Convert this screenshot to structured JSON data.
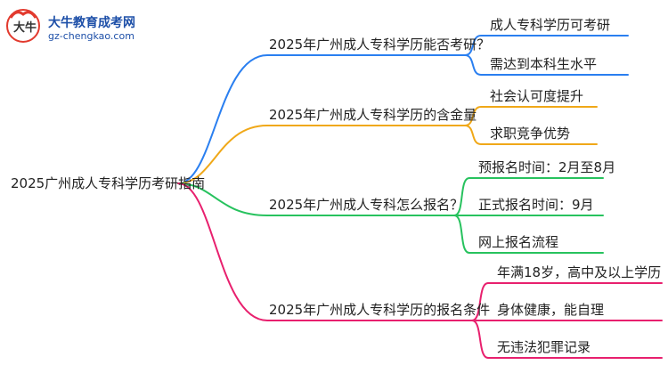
{
  "brand": {
    "logo_text": "大牛",
    "title": "大牛教育成考网",
    "url": "gz-chengkao.com"
  },
  "colors": {
    "blue": "#2a7ff0",
    "orange": "#f0a818",
    "green": "#27c25e",
    "pink": "#e8206e"
  },
  "mindmap": {
    "root": "2025广州成人专科学历考研指南",
    "branches": [
      {
        "label": "2025年广州成人专科学历能否考研？",
        "color": "blue",
        "children": [
          "成人专科学历可考研",
          "需达到本科生水平"
        ]
      },
      {
        "label": "2025年广州成人专科学历的含金量",
        "color": "orange",
        "children": [
          "社会认可度提升",
          "求职竞争优势"
        ]
      },
      {
        "label": "2025年广州成人专科怎么报名？",
        "color": "green",
        "children": [
          "预报名时间：2月至8月",
          "正式报名时间：9月",
          "网上报名流程"
        ]
      },
      {
        "label": "2025年广州成人专科学历的报名条件",
        "color": "pink",
        "children": [
          "年满18岁，高中及以上学历",
          "身体健康，能自理",
          "无违法犯罪记录"
        ]
      }
    ]
  }
}
